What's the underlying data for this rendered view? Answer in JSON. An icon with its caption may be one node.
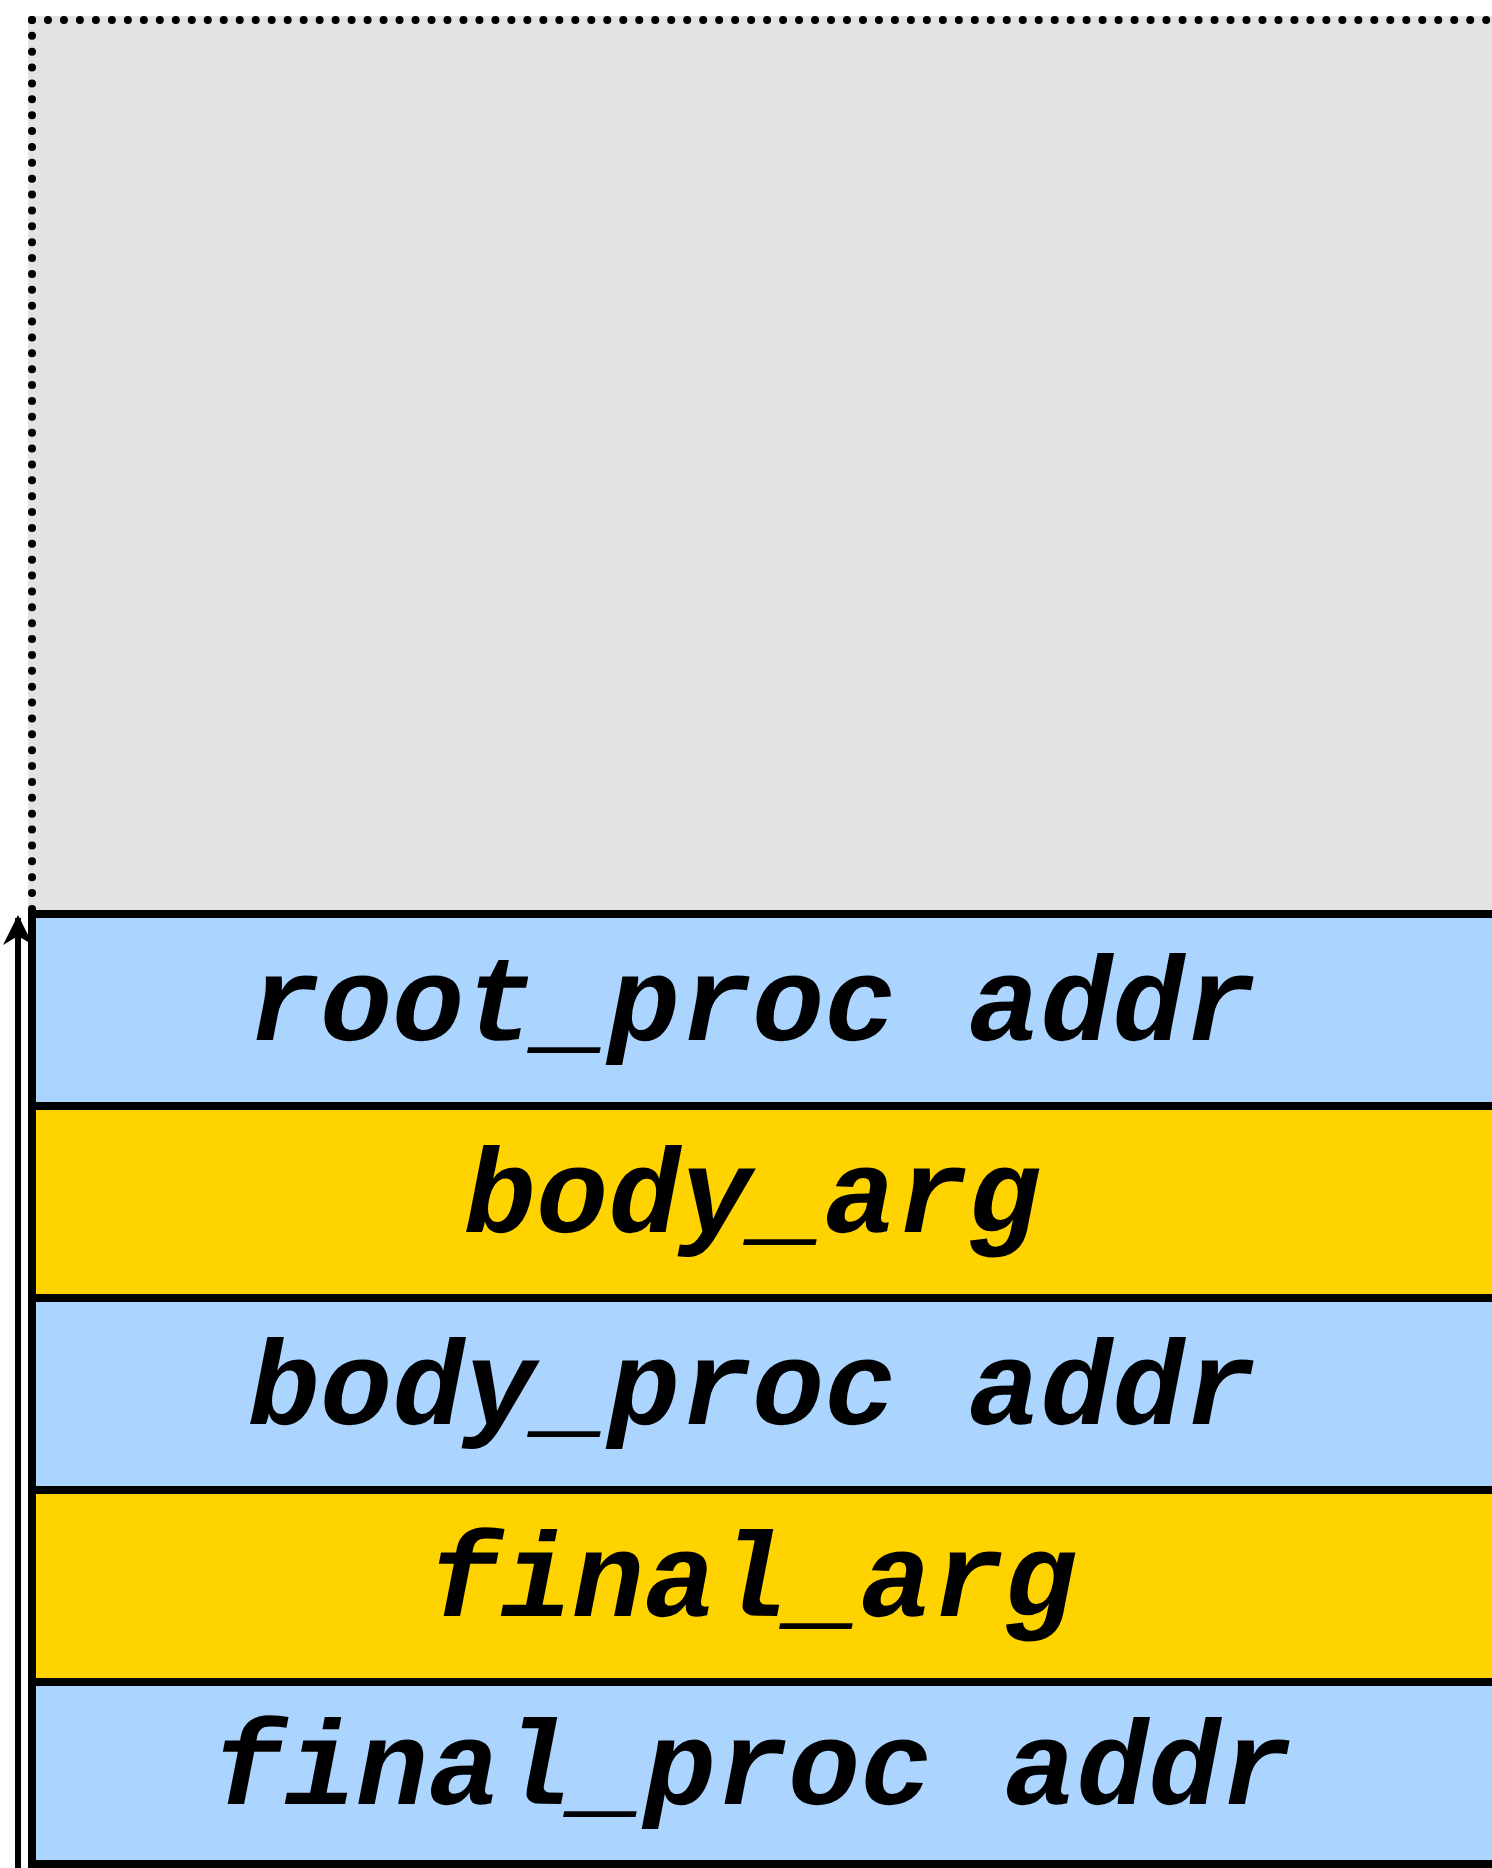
{
  "diagram": {
    "nodes": [
      {
        "text": [],
        "shape": "box"
      },
      {
        "text": [
          "root_proc addr"
        ]
      },
      {
        "text": [
          "body_arg"
        ]
      },
      {
        "text": [
          "body_proc addr"
        ]
      },
      {
        "text": [
          "final_arg"
        ]
      },
      {
        "text": [
          "final_proc addr"
        ]
      }
    ],
    "edges": [
      {
        "from": 5,
        "to": 0,
        "arrow": "to"
      }
    ]
  }
}
